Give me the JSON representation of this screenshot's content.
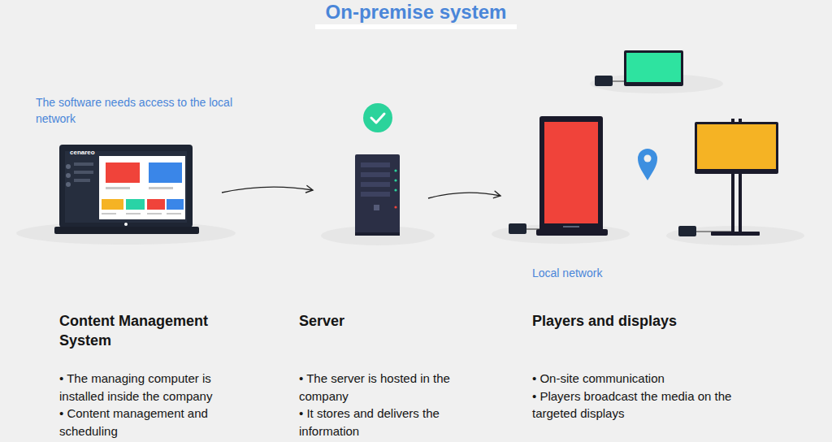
{
  "diagram": {
    "title": "On-premise system",
    "nodes": [
      {
        "text": [
          "Content Management System",
          "• The managing computer is installed inside the company",
          "• Content management and scheduling"
        ]
      },
      {
        "text": [
          "Server",
          "• The server is hosted in the company",
          "• It stores and delivers the information"
        ]
      },
      {
        "text": [
          "Players and displays",
          "• On-site communication",
          "• Players broadcast the media on the targeted displays"
        ]
      }
    ],
    "edges": [
      {
        "from": 0,
        "to": 1,
        "arrow": "to"
      },
      {
        "from": 1,
        "to": 2,
        "arrow": "to"
      }
    ],
    "labels": [
      "The software needs access to the local network",
      "Local network",
      "cenareo"
    ]
  }
}
